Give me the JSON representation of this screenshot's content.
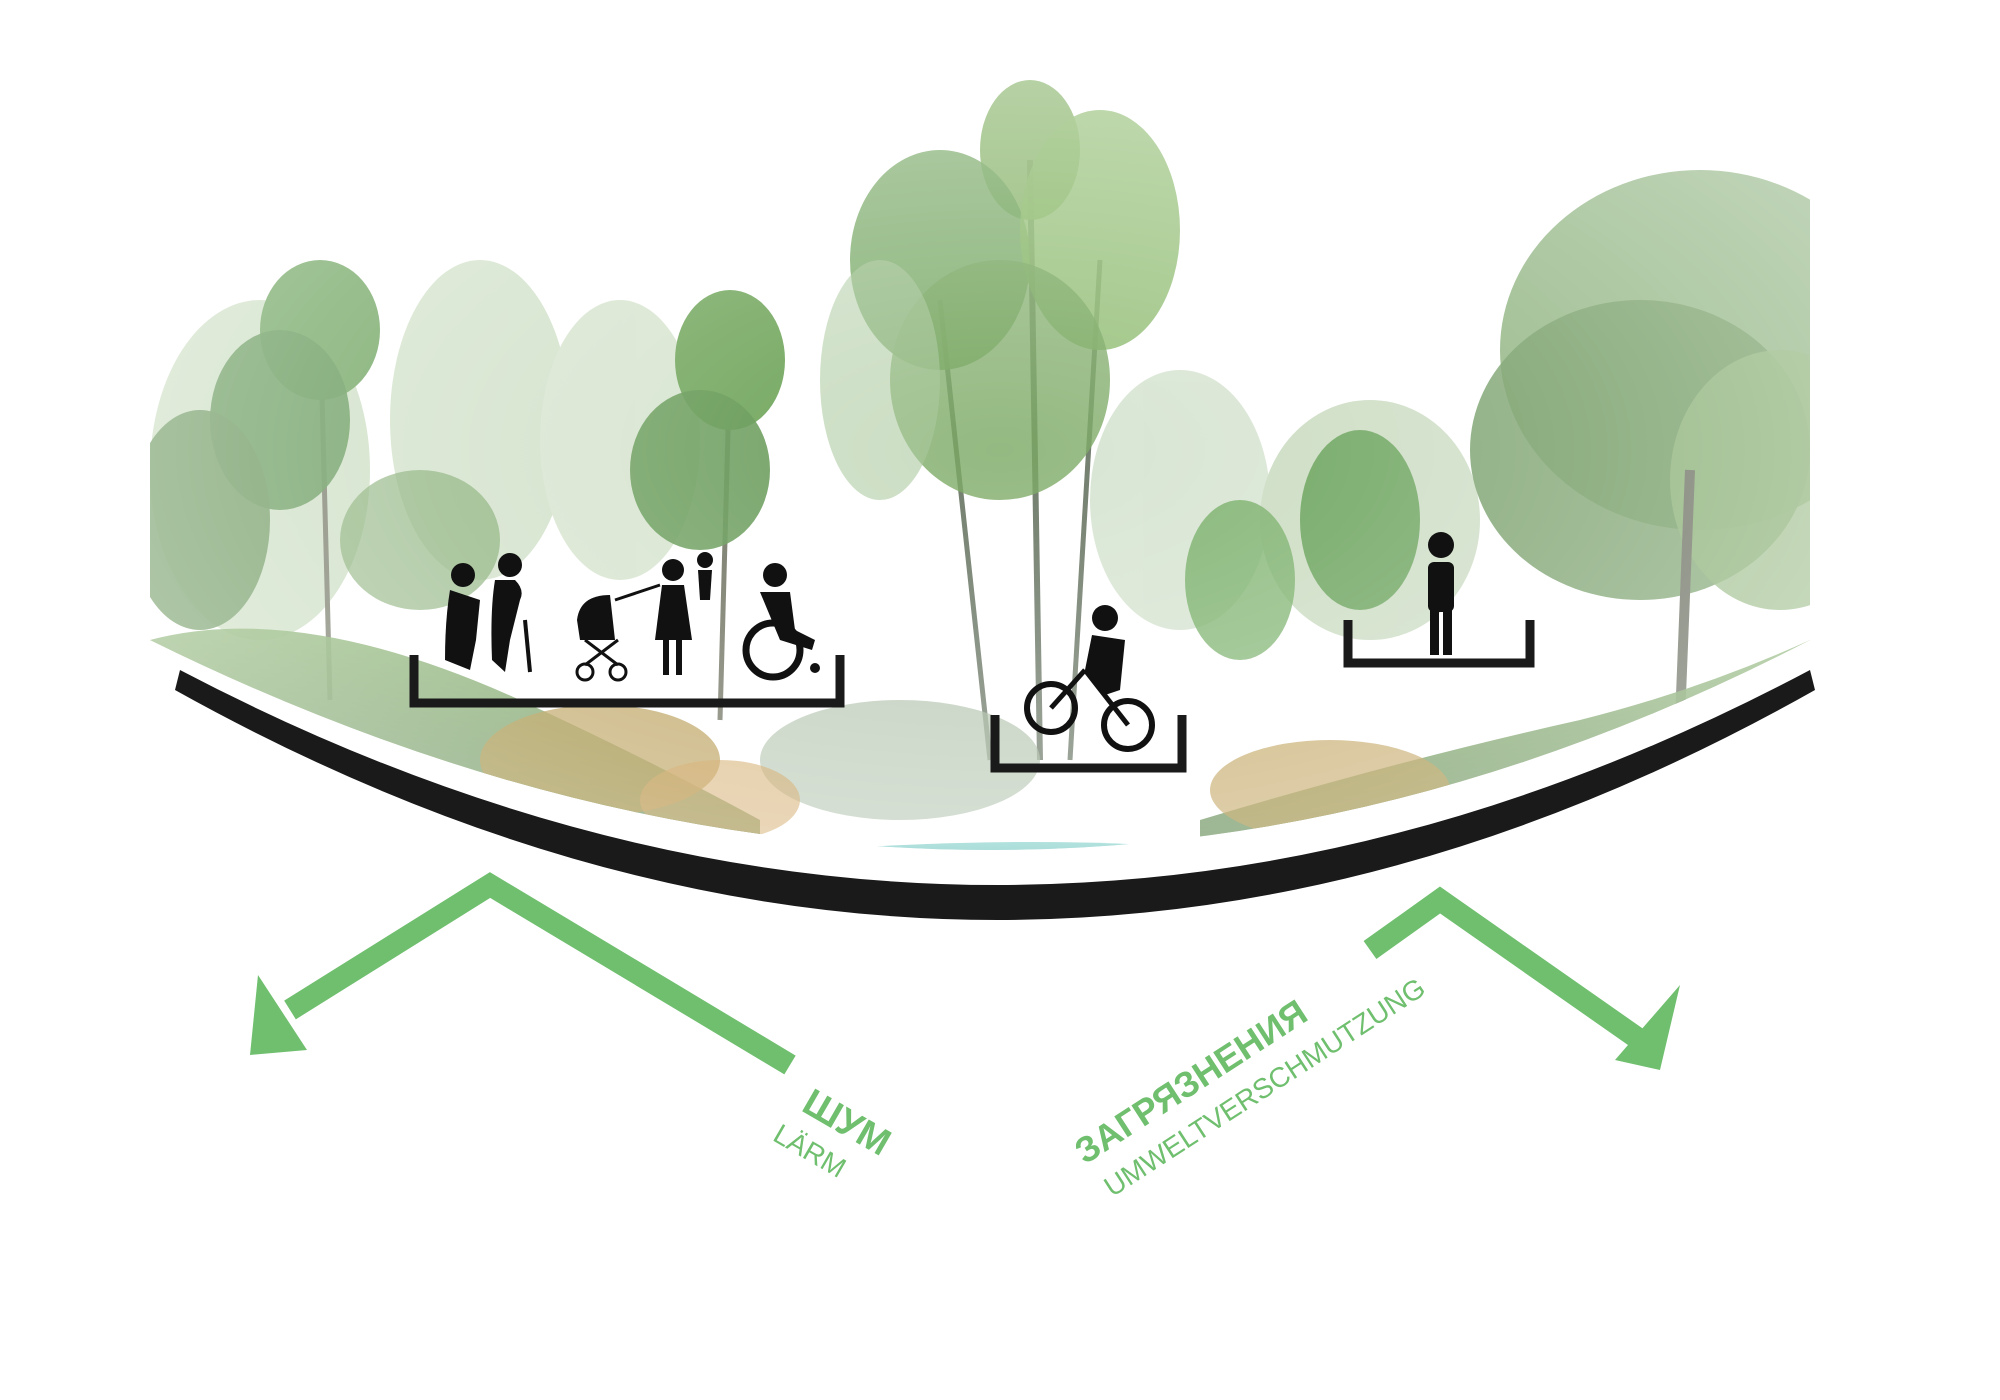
{
  "colors": {
    "accent_green": "#6fbf6f",
    "ground_black": "#1a1a1a",
    "water": "#5ab7b3",
    "foliage_dark": "#3f7a3a",
    "foliage_mid": "#6fa35a",
    "foliage_light": "#a9c98f",
    "fog": "#e6ece6"
  },
  "platforms": [
    {
      "name": "pedestrian-family-platform",
      "users": [
        "elderly-couple-icon",
        "stroller-icon",
        "parent-child-icon",
        "wheelchair-user-icon"
      ]
    },
    {
      "name": "cyclist-platform",
      "users": [
        "cyclist-icon"
      ]
    },
    {
      "name": "walker-platform",
      "users": [
        "standing-person-icon"
      ]
    }
  ],
  "arrows": {
    "noise": {
      "label": "ШУМ",
      "sublabel": "LÄRM"
    },
    "pollution": {
      "label": "ЗАГРЯЗНЕНИЯ",
      "sublabel": "UMWELTVERSCHMUTZUNG"
    }
  }
}
